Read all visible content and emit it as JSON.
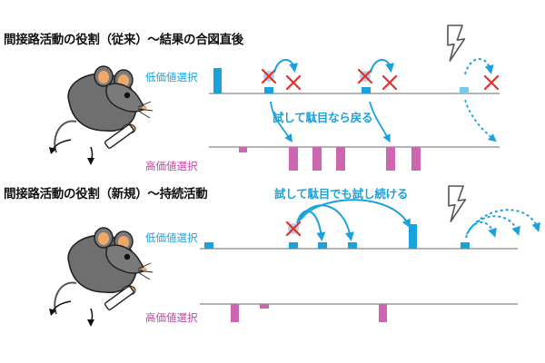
{
  "panel_old": {
    "title": "間接路活動の役割（従来）～結果の合図直後",
    "low_label": "低価値選択",
    "high_label": "高価値選択",
    "annotation": "試して駄目なら戻る"
  },
  "panel_new": {
    "title": "間接路活動の役割（新規）～持続活動",
    "low_label": "低価値選択",
    "high_label": "高価値選択",
    "annotation": "試して駄目でも試し続ける"
  },
  "colors": {
    "low_value": "#1aa2dc",
    "high_value": "#cc66b0",
    "fail_mark": "#e52d2d",
    "arrow": "#1aa2dc"
  },
  "icons": [
    "mouse-icon",
    "lightning-bolt-icon",
    "fail-x-icon",
    "curved-arrow-icon"
  ]
}
